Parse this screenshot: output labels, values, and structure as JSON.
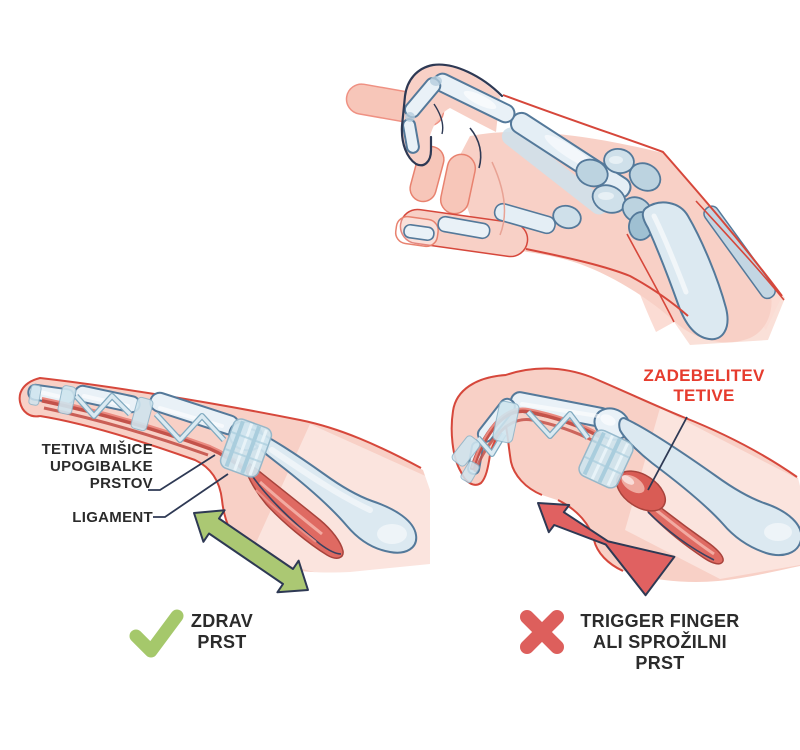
{
  "labels": {
    "flexor_tendon": "TETIVA MIŠICE\nUPOGIBALKE\nPRSTOV",
    "ligament": "LIGAMENT",
    "tendon_thickening": "ZADEBELITEV\nTETIVE"
  },
  "captions": {
    "healthy": "ZDRAV\nPRST",
    "trigger": "TRIGGER FINGER\nALI SPROŽILNI PRST"
  },
  "icons": {
    "healthy": "check-icon",
    "trigger": "cross-icon"
  },
  "colors": {
    "skin": "#f8d0c6",
    "skin_light": "#fbe3dc",
    "skin_outline": "#d6473b",
    "navy_outline": "#2e3954",
    "bone": "#e9f1f7",
    "bone_shadow": "#bcd3e0",
    "bone_outline": "#54799a",
    "tendon_muscle": "#df6a62",
    "tendon_line": "#c4524a",
    "nodule": "#d95c55",
    "pulley": "#cfe5ef",
    "pulley_stripe": "#a9cddd",
    "healthy_arrow_green": "#abc873",
    "blocked_arrow_red": "#e06161",
    "check_green": "#a5c86b",
    "cross_red": "#dd5f5c",
    "label_text": "#2b2b2b",
    "alert_text": "#e63c2e"
  }
}
